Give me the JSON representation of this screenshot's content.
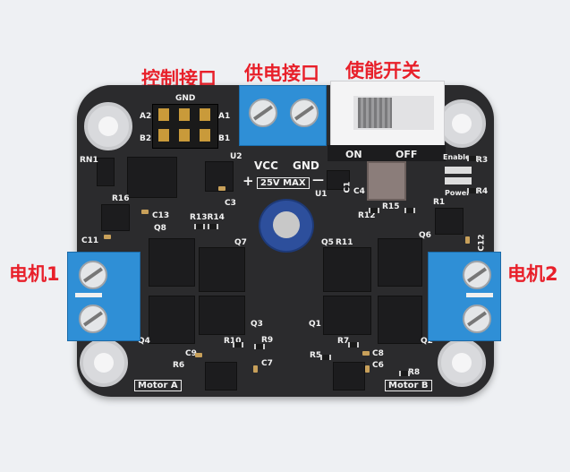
{
  "annotations": {
    "control_interface": "控制接口",
    "power_interface": "供电接口",
    "enable_switch": "使能开关",
    "motor1": "电机1",
    "motor2": "电机2"
  },
  "silkscreen": {
    "gnd_top": "GND",
    "a2": "A2",
    "a1": "A1",
    "b2": "B2",
    "b1": "B1",
    "rn1": "RN1",
    "u2": "U2",
    "vcc": "VCC",
    "gnd": "GND",
    "plus": "+",
    "minus": "—",
    "max_v": "25V MAX",
    "u1": "U1",
    "c3": "C3",
    "c4": "C4",
    "c1": "C1",
    "on": "ON",
    "off": "OFF",
    "enable": "Enable",
    "power": "Power",
    "r3": "R3",
    "r4": "R4",
    "r1": "R1",
    "r12": "R12",
    "r15": "R15",
    "r16": "R16",
    "c13": "C13",
    "c11": "C11",
    "r13r14": "R13R14",
    "q8": "Q8",
    "q7": "Q7",
    "q5": "Q5",
    "r11": "R11",
    "q6": "Q6",
    "c12": "C12",
    "q4": "Q4",
    "q3": "Q3",
    "q1": "Q1",
    "q2": "Q2",
    "r10": "R10",
    "r9": "R9",
    "c9": "C9",
    "r6": "R6",
    "c7": "C7",
    "r7": "R7",
    "r5": "R5",
    "c6": "C6",
    "c8": "C8",
    "r8": "R8",
    "motor_a": "Motor A",
    "motor_b": "Motor B"
  },
  "colors": {
    "annotation": "#e8202a",
    "terminal_blue": "#2f8fd6",
    "pcb": "#2b2b2d"
  }
}
